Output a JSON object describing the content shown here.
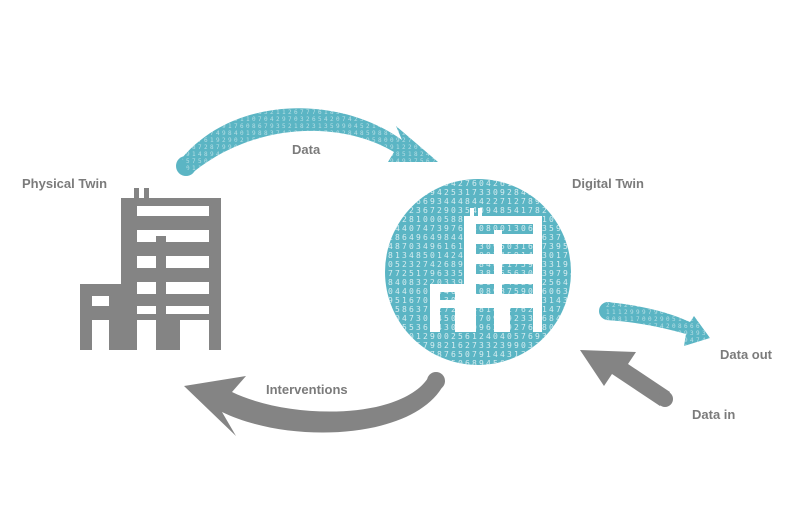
{
  "labels": {
    "physical_twin": "Physical Twin",
    "digital_twin": "Digital Twin",
    "data": "Data",
    "interventions": "Interventions",
    "data_out": "Data out",
    "data_in": "Data in"
  },
  "icons": {
    "physical": "physical-building-icon",
    "digital": "digital-building-icon"
  },
  "colors": {
    "teal": "#5bb5c4",
    "gray": "#848484",
    "label_text": "#7b7b7b",
    "white": "#ffffff"
  }
}
